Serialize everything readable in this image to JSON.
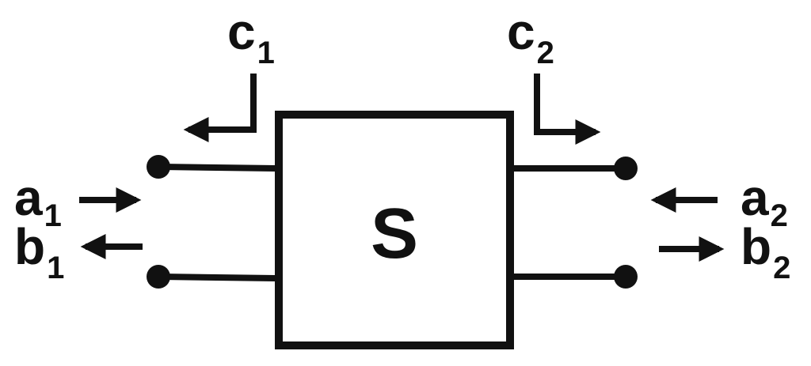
{
  "diagram": {
    "block_label": "S",
    "port1": {
      "incident": {
        "base": "a",
        "sub": "1"
      },
      "reflected": {
        "base": "b",
        "sub": "1"
      },
      "extra": {
        "base": "c",
        "sub": "1"
      }
    },
    "port2": {
      "incident": {
        "base": "a",
        "sub": "2"
      },
      "reflected": {
        "base": "b",
        "sub": "2"
      },
      "extra": {
        "base": "c",
        "sub": "2"
      }
    }
  }
}
